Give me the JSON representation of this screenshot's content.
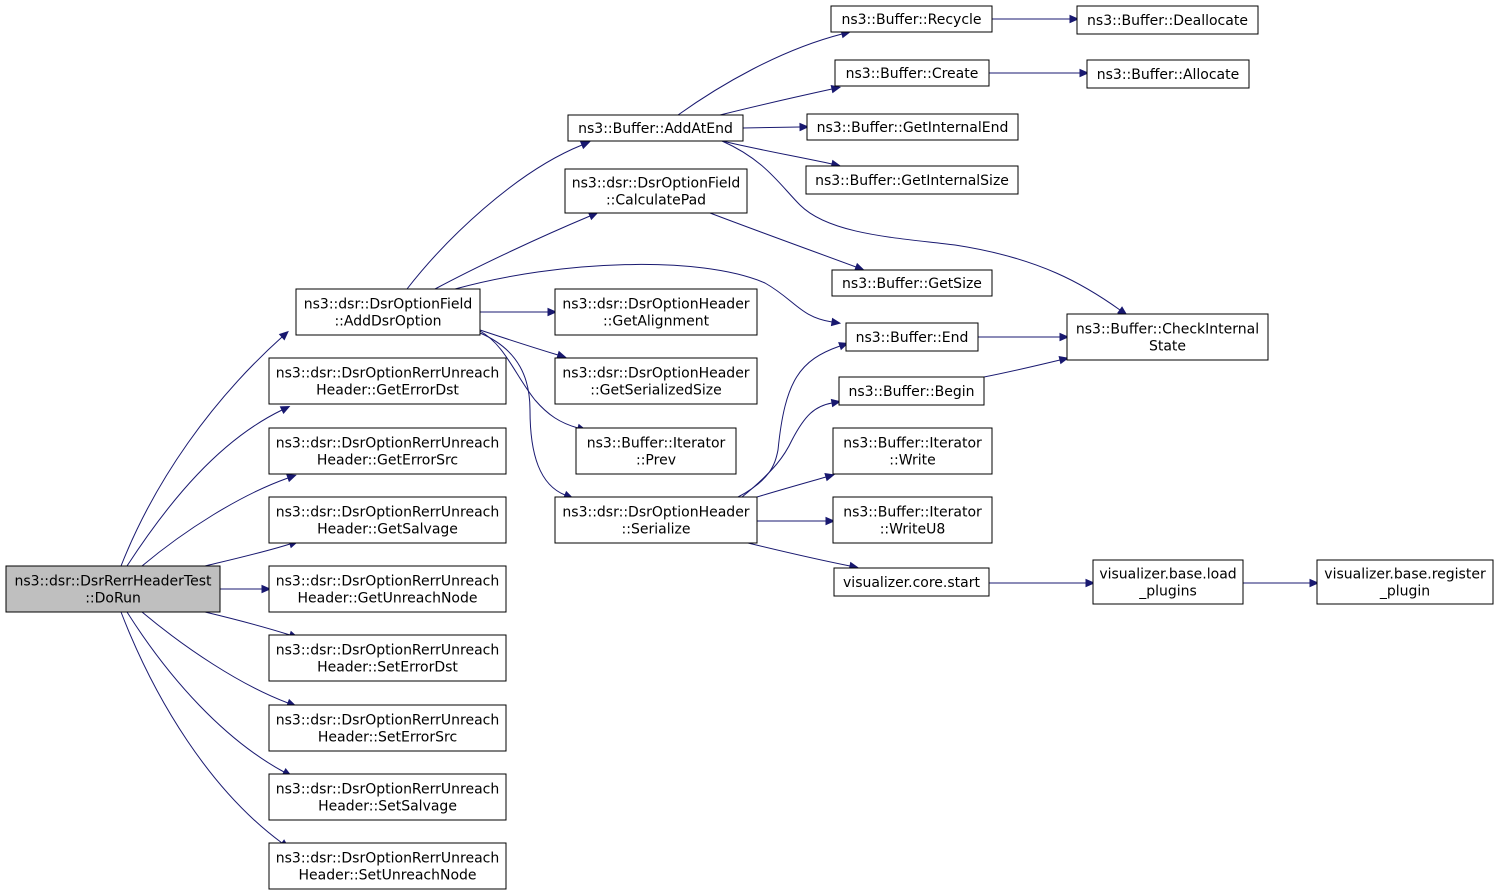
{
  "nodes": {
    "dorun": [
      "ns3::dsr::DsrRerrHeaderTest",
      "::DoRun"
    ],
    "adddsroption": [
      "ns3::dsr::DsrOptionField",
      "::AddDsrOption"
    ],
    "geterrordst": [
      "ns3::dsr::DsrOptionRerrUnreach",
      "Header::GetErrorDst"
    ],
    "geterrorsrc": [
      "ns3::dsr::DsrOptionRerrUnreach",
      "Header::GetErrorSrc"
    ],
    "getsalvage": [
      "ns3::dsr::DsrOptionRerrUnreach",
      "Header::GetSalvage"
    ],
    "getunreachnode": [
      "ns3::dsr::DsrOptionRerrUnreach",
      "Header::GetUnreachNode"
    ],
    "seterrordst": [
      "ns3::dsr::DsrOptionRerrUnreach",
      "Header::SetErrorDst"
    ],
    "seterrorsrc": [
      "ns3::dsr::DsrOptionRerrUnreach",
      "Header::SetErrorSrc"
    ],
    "setsalvage": [
      "ns3::dsr::DsrOptionRerrUnreach",
      "Header::SetSalvage"
    ],
    "setunreachnode": [
      "ns3::dsr::DsrOptionRerrUnreach",
      "Header::SetUnreachNode"
    ],
    "addatend": [
      "ns3::Buffer::AddAtEnd"
    ],
    "calculatepad": [
      "ns3::dsr::DsrOptionField",
      "::CalculatePad"
    ],
    "getalignment": [
      "ns3::dsr::DsrOptionHeader",
      "::GetAlignment"
    ],
    "getserializedsize": [
      "ns3::dsr::DsrOptionHeader",
      "::GetSerializedSize"
    ],
    "prev": [
      "ns3::Buffer::Iterator",
      "::Prev"
    ],
    "serialize": [
      "ns3::dsr::DsrOptionHeader",
      "::Serialize"
    ],
    "recycle": [
      "ns3::Buffer::Recycle"
    ],
    "create": [
      "ns3::Buffer::Create"
    ],
    "getinternalend": [
      "ns3::Buffer::GetInternalEnd"
    ],
    "getinternalsize": [
      "ns3::Buffer::GetInternalSize"
    ],
    "getsize": [
      "ns3::Buffer::GetSize"
    ],
    "end": [
      "ns3::Buffer::End"
    ],
    "begin": [
      "ns3::Buffer::Begin"
    ],
    "write": [
      "ns3::Buffer::Iterator",
      "::Write"
    ],
    "writeu8": [
      "ns3::Buffer::Iterator",
      "::WriteU8"
    ],
    "vcorestart": [
      "visualizer.core.start"
    ],
    "deallocate": [
      "ns3::Buffer::Deallocate"
    ],
    "allocate": [
      "ns3::Buffer::Allocate"
    ],
    "checkinternalstate": [
      "ns3::Buffer::CheckInternal",
      "State"
    ],
    "loadplugins": [
      "visualizer.base.load",
      "_plugins"
    ],
    "registerplugin": [
      "visualizer.base.register",
      "_plugin"
    ]
  },
  "edges": [
    [
      "dorun",
      "adddsroption"
    ],
    [
      "dorun",
      "geterrordst"
    ],
    [
      "dorun",
      "geterrorsrc"
    ],
    [
      "dorun",
      "getsalvage"
    ],
    [
      "dorun",
      "getunreachnode"
    ],
    [
      "dorun",
      "seterrordst"
    ],
    [
      "dorun",
      "seterrorsrc"
    ],
    [
      "dorun",
      "setsalvage"
    ],
    [
      "dorun",
      "setunreachnode"
    ],
    [
      "adddsroption",
      "addatend"
    ],
    [
      "adddsroption",
      "calculatepad"
    ],
    [
      "adddsroption",
      "end"
    ],
    [
      "adddsroption",
      "getalignment"
    ],
    [
      "adddsroption",
      "getserializedsize"
    ],
    [
      "adddsroption",
      "prev"
    ],
    [
      "adddsroption",
      "serialize"
    ],
    [
      "addatend",
      "recycle"
    ],
    [
      "addatend",
      "create"
    ],
    [
      "addatend",
      "getinternalend"
    ],
    [
      "addatend",
      "getinternalsize"
    ],
    [
      "addatend",
      "checkinternalstate"
    ],
    [
      "recycle",
      "deallocate"
    ],
    [
      "create",
      "allocate"
    ],
    [
      "calculatepad",
      "getsize"
    ],
    [
      "end",
      "checkinternalstate"
    ],
    [
      "begin",
      "checkinternalstate"
    ],
    [
      "serialize",
      "end"
    ],
    [
      "serialize",
      "begin"
    ],
    [
      "serialize",
      "write"
    ],
    [
      "serialize",
      "writeu8"
    ],
    [
      "serialize",
      "vcorestart"
    ],
    [
      "vcorestart",
      "loadplugins"
    ],
    [
      "loadplugins",
      "registerplugin"
    ]
  ],
  "colors": {
    "edge": "#191970",
    "node_fill": "#ffffff",
    "root_fill": "#bfbfbf",
    "node_stroke": "#000000"
  }
}
